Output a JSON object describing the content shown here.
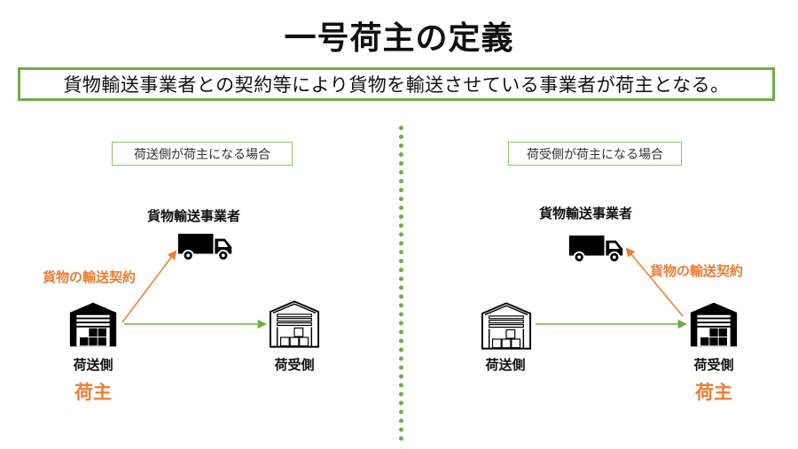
{
  "title": "一号荷主の定義",
  "definition": "貨物輸送事業者との契約等により貨物を輸送させている事業者が荷主となる。",
  "left_case": {
    "label": "荷送側が荷主になる場合",
    "carrier": "貨物輸送事業者",
    "contract": "貨物の輸送契約",
    "shipper": "荷送側",
    "shipper_role": "荷主",
    "receiver": "荷受側"
  },
  "right_case": {
    "label": "荷受側が荷主になる場合",
    "carrier": "貨物輸送事業者",
    "contract": "貨物の輸送契約",
    "shipper": "荷送側",
    "receiver": "荷受側",
    "receiver_role": "荷主"
  },
  "colors": {
    "accent_green": "#70AD47",
    "accent_orange": "#ED7D31"
  },
  "icons": [
    "truck-icon",
    "warehouse-filled-icon",
    "warehouse-outline-icon"
  ]
}
